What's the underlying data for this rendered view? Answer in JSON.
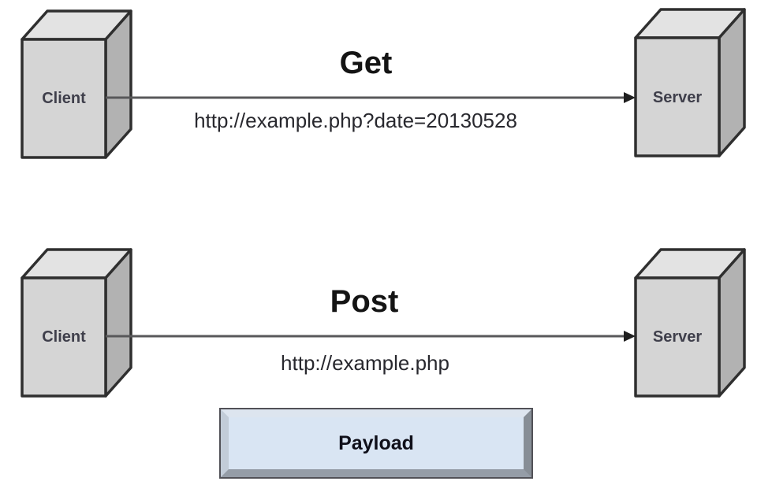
{
  "sections": {
    "get": {
      "title": "Get",
      "url": "http://example.php?date=20130528",
      "client_label": "Client",
      "server_label": "Server"
    },
    "post": {
      "title": "Post",
      "url": "http://example.php",
      "client_label": "Client",
      "server_label": "Server",
      "payload_label": "Payload"
    }
  },
  "colors": {
    "background": "#ffffff",
    "cube_front": "#d5d5d5",
    "cube_top": "#e3e3e3",
    "cube_side": "#b2b2b2",
    "cube_border": "#2f2f2f",
    "arrow_line": "#58585a",
    "arrow_head": "#1f1f1f",
    "title_text": "#141414",
    "url_text": "#28282e",
    "node_label_text": "#3f3f4b",
    "payload_fill": "#d9e5f3",
    "payload_bevel_light": "#dde5ef",
    "payload_bevel_dark": "#878e96",
    "payload_outline": "#515157",
    "payload_text": "#10101a"
  }
}
